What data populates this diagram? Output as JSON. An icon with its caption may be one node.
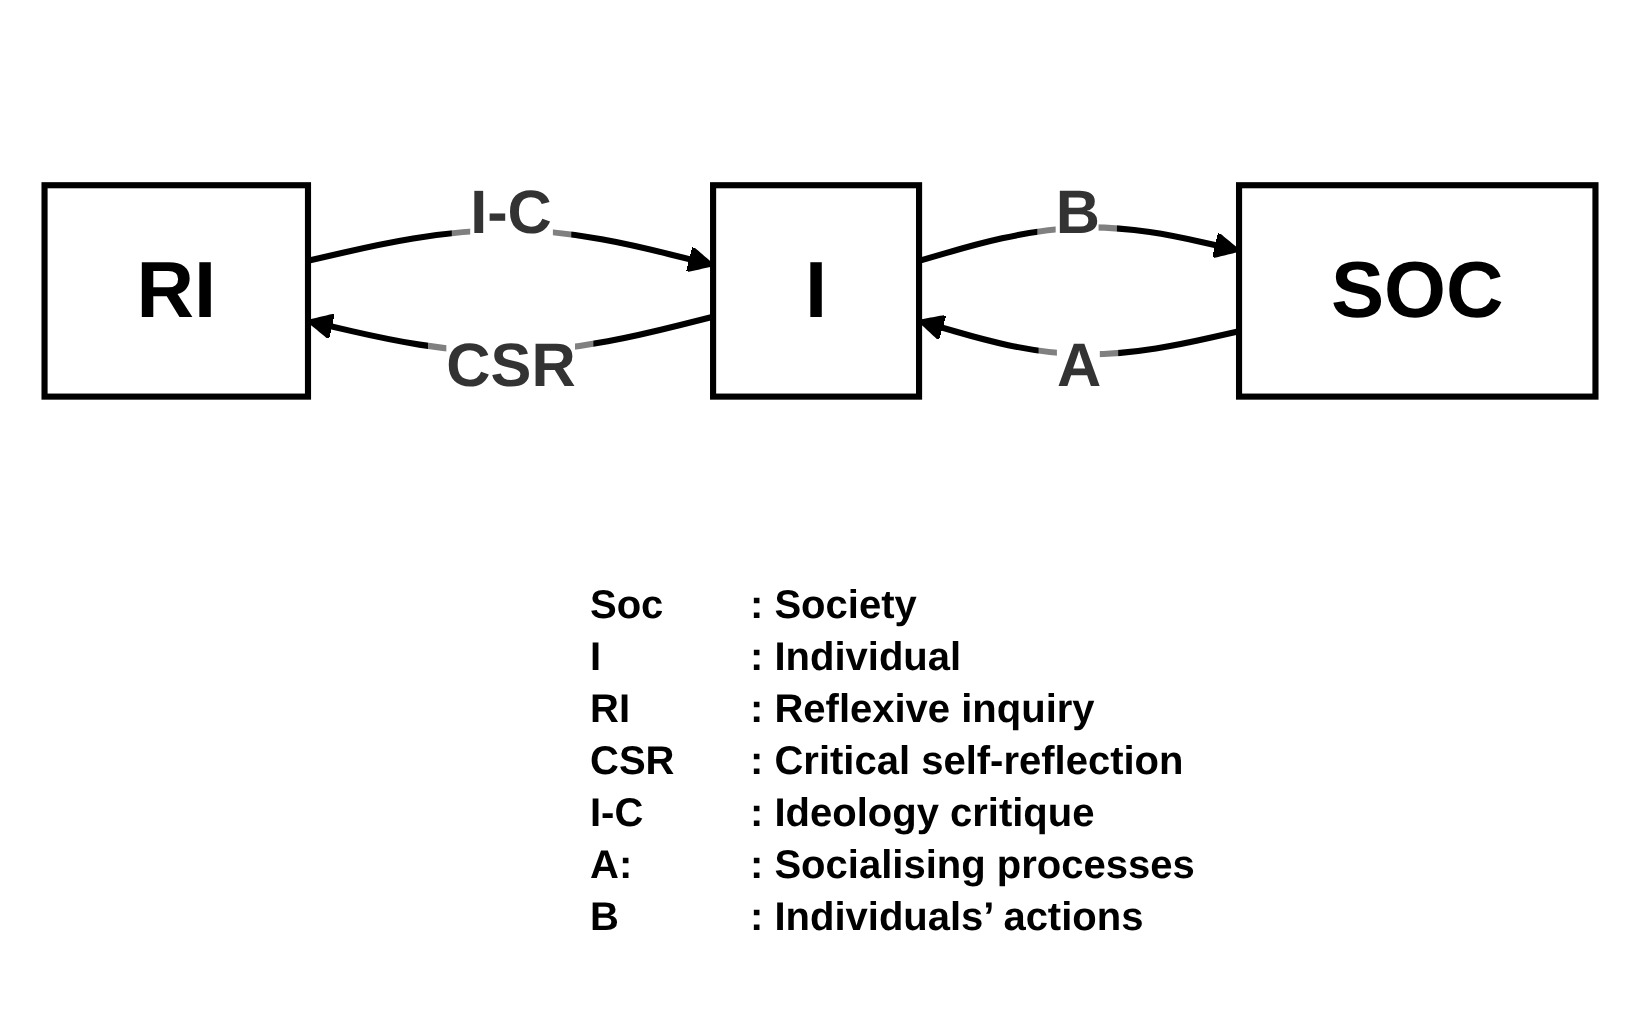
{
  "diagram": {
    "nodes": [
      {
        "text": [
          "RI"
        ]
      },
      {
        "text": [
          "I"
        ]
      },
      {
        "text": [
          "SOC"
        ]
      }
    ],
    "edges": [
      {
        "from": 1,
        "to": 0,
        "arrow": "to",
        "label": "CSR"
      },
      {
        "from": 0,
        "to": 1,
        "arrow": "to",
        "label": "I-C"
      },
      {
        "from": 1,
        "to": 2,
        "arrow": "to",
        "label": "B"
      },
      {
        "from": 2,
        "to": 1,
        "arrow": "to",
        "label": "A"
      }
    ],
    "labels": [
      "Soc",
      ": Society",
      "I",
      ": Individual",
      "RI",
      ": Reflexive inquiry",
      "CSR",
      ": Critical self-reflection",
      "I-C",
      ": Ideology critique",
      "A:",
      ": Socialising processes",
      "B",
      ": Individuals’ actions"
    ]
  }
}
